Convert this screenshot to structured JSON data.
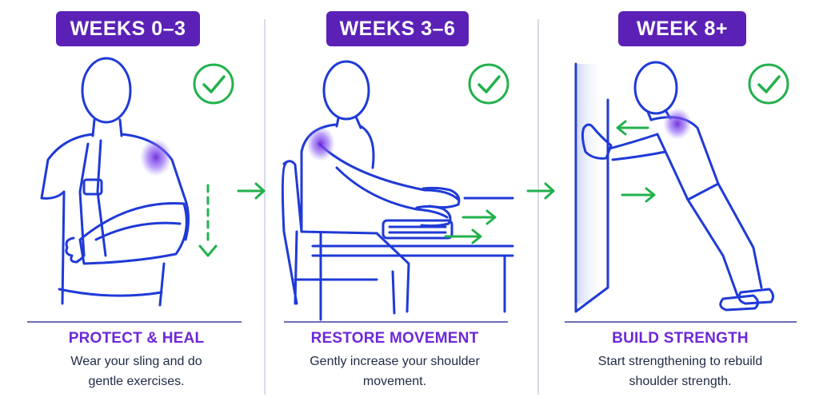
{
  "stages": [
    {
      "badge": "WEEKS 0–3",
      "title": "PROTECT & HEAL",
      "desc_line1": "Wear your sling and do",
      "desc_line2": "gentle exercises."
    },
    {
      "badge": "WEEKS 3–6",
      "title": "RESTORE MOVEMENT",
      "desc_line1": "Gently increase your shoulder",
      "desc_line2": "movement."
    },
    {
      "badge": "WEEK 8+",
      "title": "BUILD STRENGTH",
      "desc_line1": "Start strengthening to rebuild",
      "desc_line2": "shoulder strength."
    }
  ],
  "icons": [
    "check-circle-icon",
    "arrow-right-icon",
    "pain-spot"
  ],
  "colors": {
    "badge_bg": "#5b21b6",
    "title_text": "#6d28d9",
    "line_art": "#1f3ad6",
    "check_green": "#22b14c",
    "pain_spot": "#7c3aed"
  }
}
